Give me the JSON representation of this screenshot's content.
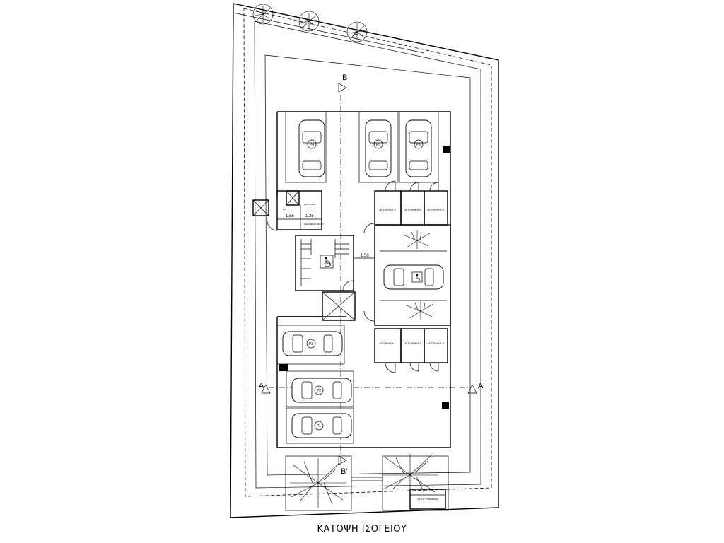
{
  "title": "ΚΑΤΟΨΗ ΙΣΟΓΕΙΟΥ",
  "section_markers": {
    "b_top": "B",
    "b_bottom": "B'",
    "a_left": "A",
    "a_right": "A'"
  },
  "dimensions": {
    "d1": "1.55",
    "d2": "1.25",
    "d3": "1.50"
  },
  "parking_spaces": [
    "P4",
    "P5",
    "P6",
    "P3",
    "P2",
    "P1"
  ],
  "storage_labels": {
    "top_row": [
      "ΑΠΟΘΗΚΗ 4",
      "ΑΠΟΘΗΚΗ 5",
      "ΑΠΟΘΗΚΗ 6"
    ],
    "bottom_row": [
      "ΑΠΟΘΗΚΗ 1",
      "ΑΠΟΘΗΚΗ 2",
      "ΑΠΟΘΗΚΗ 3"
    ]
  },
  "small_labels": {
    "wc": "WC",
    "meters": "ΜΕΤΡΗΤΕΣ",
    "water_tank": "ΔΕΞΑΜΕΝΗ ΝΕΡΟΥ",
    "refuse": "ΑΠΟΡΡΙΜΜΑΤΑ"
  },
  "colors": {
    "line": "#000000",
    "background": "#ffffff"
  }
}
